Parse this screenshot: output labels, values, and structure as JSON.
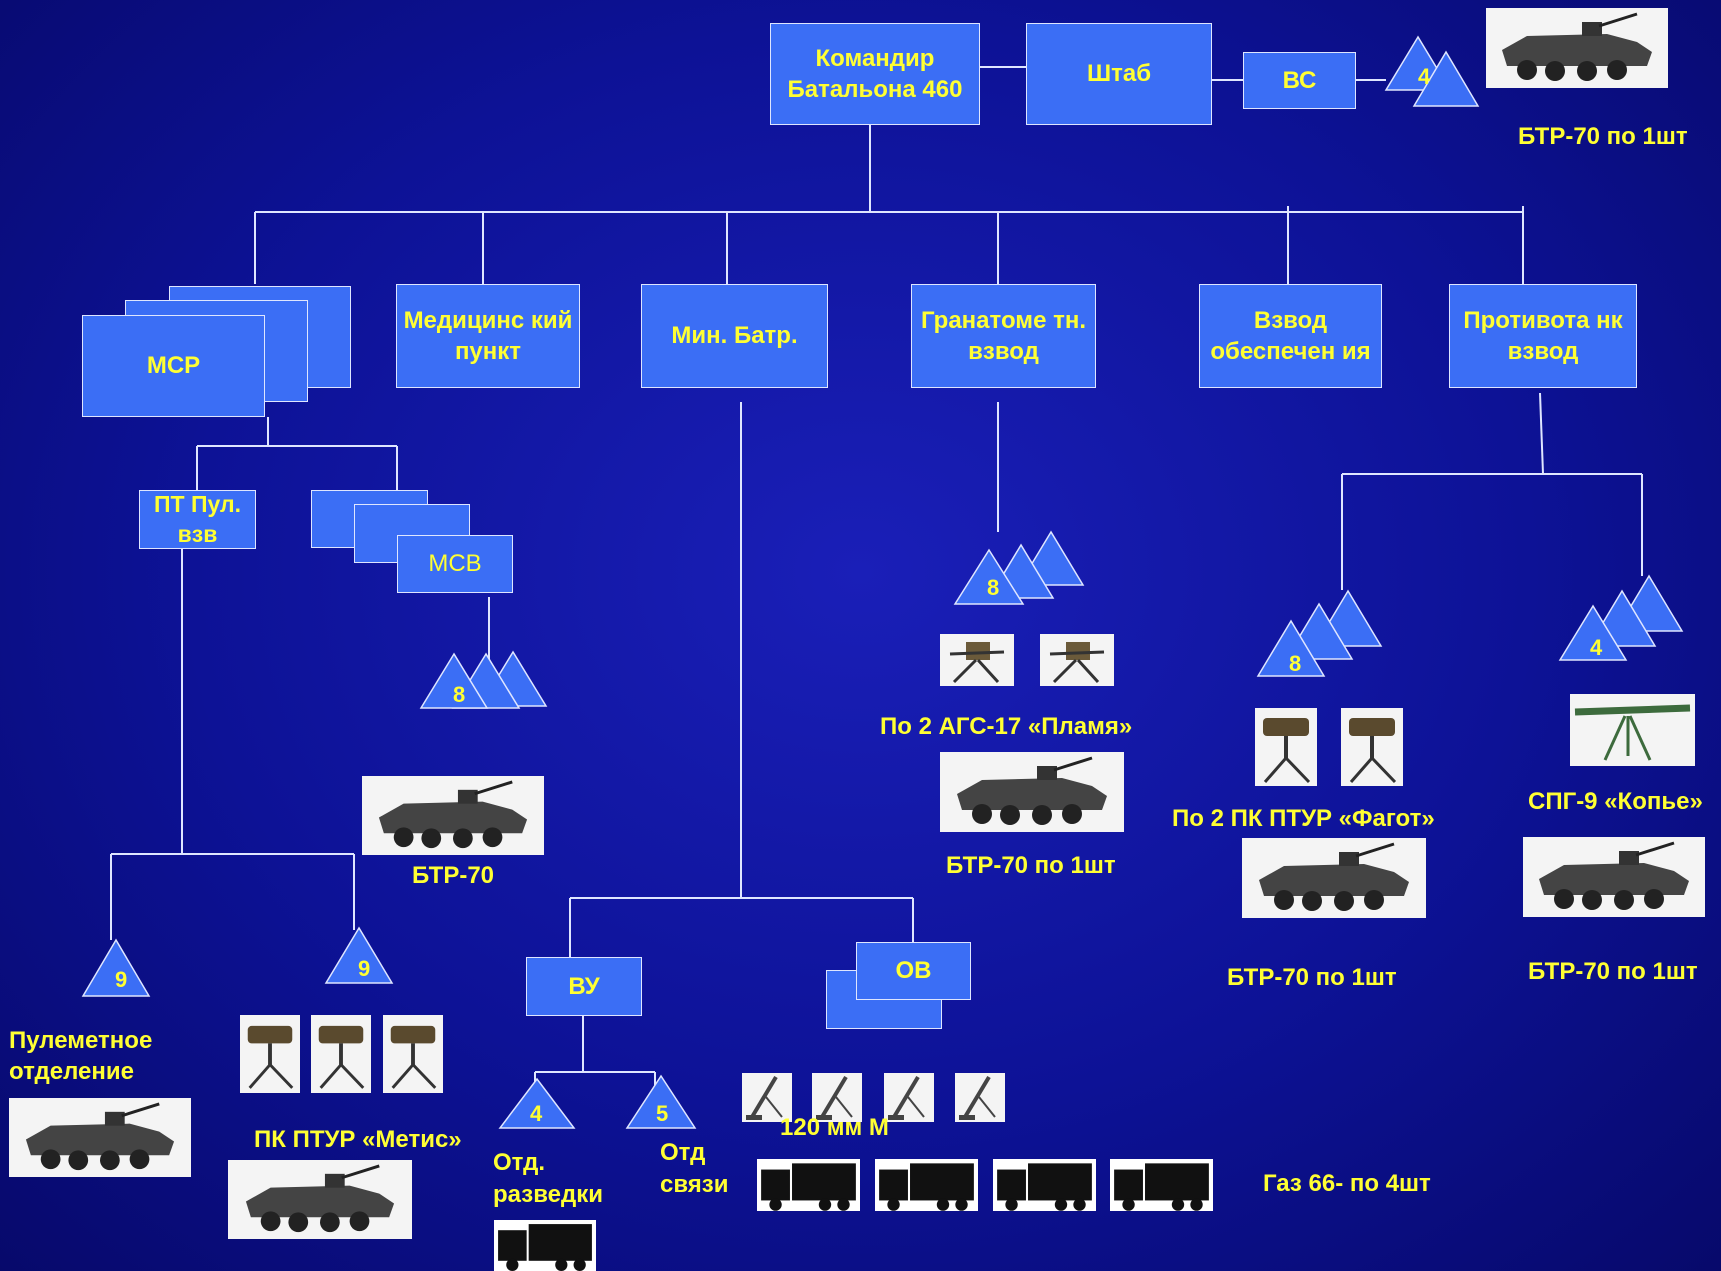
{
  "colors": {
    "background": "#0d1296",
    "box_fill": "#3b6ef5",
    "text": "#ffff33",
    "line": "#dfe6ff"
  },
  "boxes": {
    "commander": "Командир Батальона 460",
    "staff": "Штаб",
    "vs": "ВС",
    "msr": "МСР",
    "medical": "Медицинс кий пункт",
    "mortar": "Мин. Батр.",
    "grenade": "Гранатоме тн. взвод",
    "supply": "Взвод обеспечен ия",
    "antitank": "Противота нк взвод",
    "pt_pul": "ПТ Пул. взв",
    "msv": "МСВ",
    "vu": "ВУ",
    "ov": "ОВ"
  },
  "triangles": {
    "vs": "4",
    "msv": "8",
    "grenade": "8",
    "supply": "8",
    "antitank": "4",
    "mg_squad": "9",
    "metis": "9",
    "recon": "4",
    "comm": "5"
  },
  "labels": {
    "btr_vs": "БТР-70 по 1шт",
    "ags": "По 2 АГС-17 «Пламя»",
    "btr_grenade": "БТР-70 по 1шт",
    "fagot": "По 2 ПК ПТУР «Фагот»",
    "btr_supply": "БТР-70 по 1шт",
    "spg": "СПГ-9 «Копье»",
    "btr_antitank": "БТР-70 по 1шт",
    "btr_msv": "БТР-70",
    "mg_squad": "Пулеметное отделение",
    "metis": "ПК ПТУР «Метис»",
    "recon": "Отд. разведки",
    "comm": "Отд связи",
    "mortar120": "120 мм М",
    "gaz": "Газ 66- по 4шт"
  },
  "icons": [
    "btr-70-vehicle-icon",
    "ags-17-launcher-icon",
    "fagot-atgm-icon",
    "spg-9-gun-icon",
    "metis-atgm-icon",
    "mortar-icon",
    "gaz-66-truck-icon"
  ]
}
